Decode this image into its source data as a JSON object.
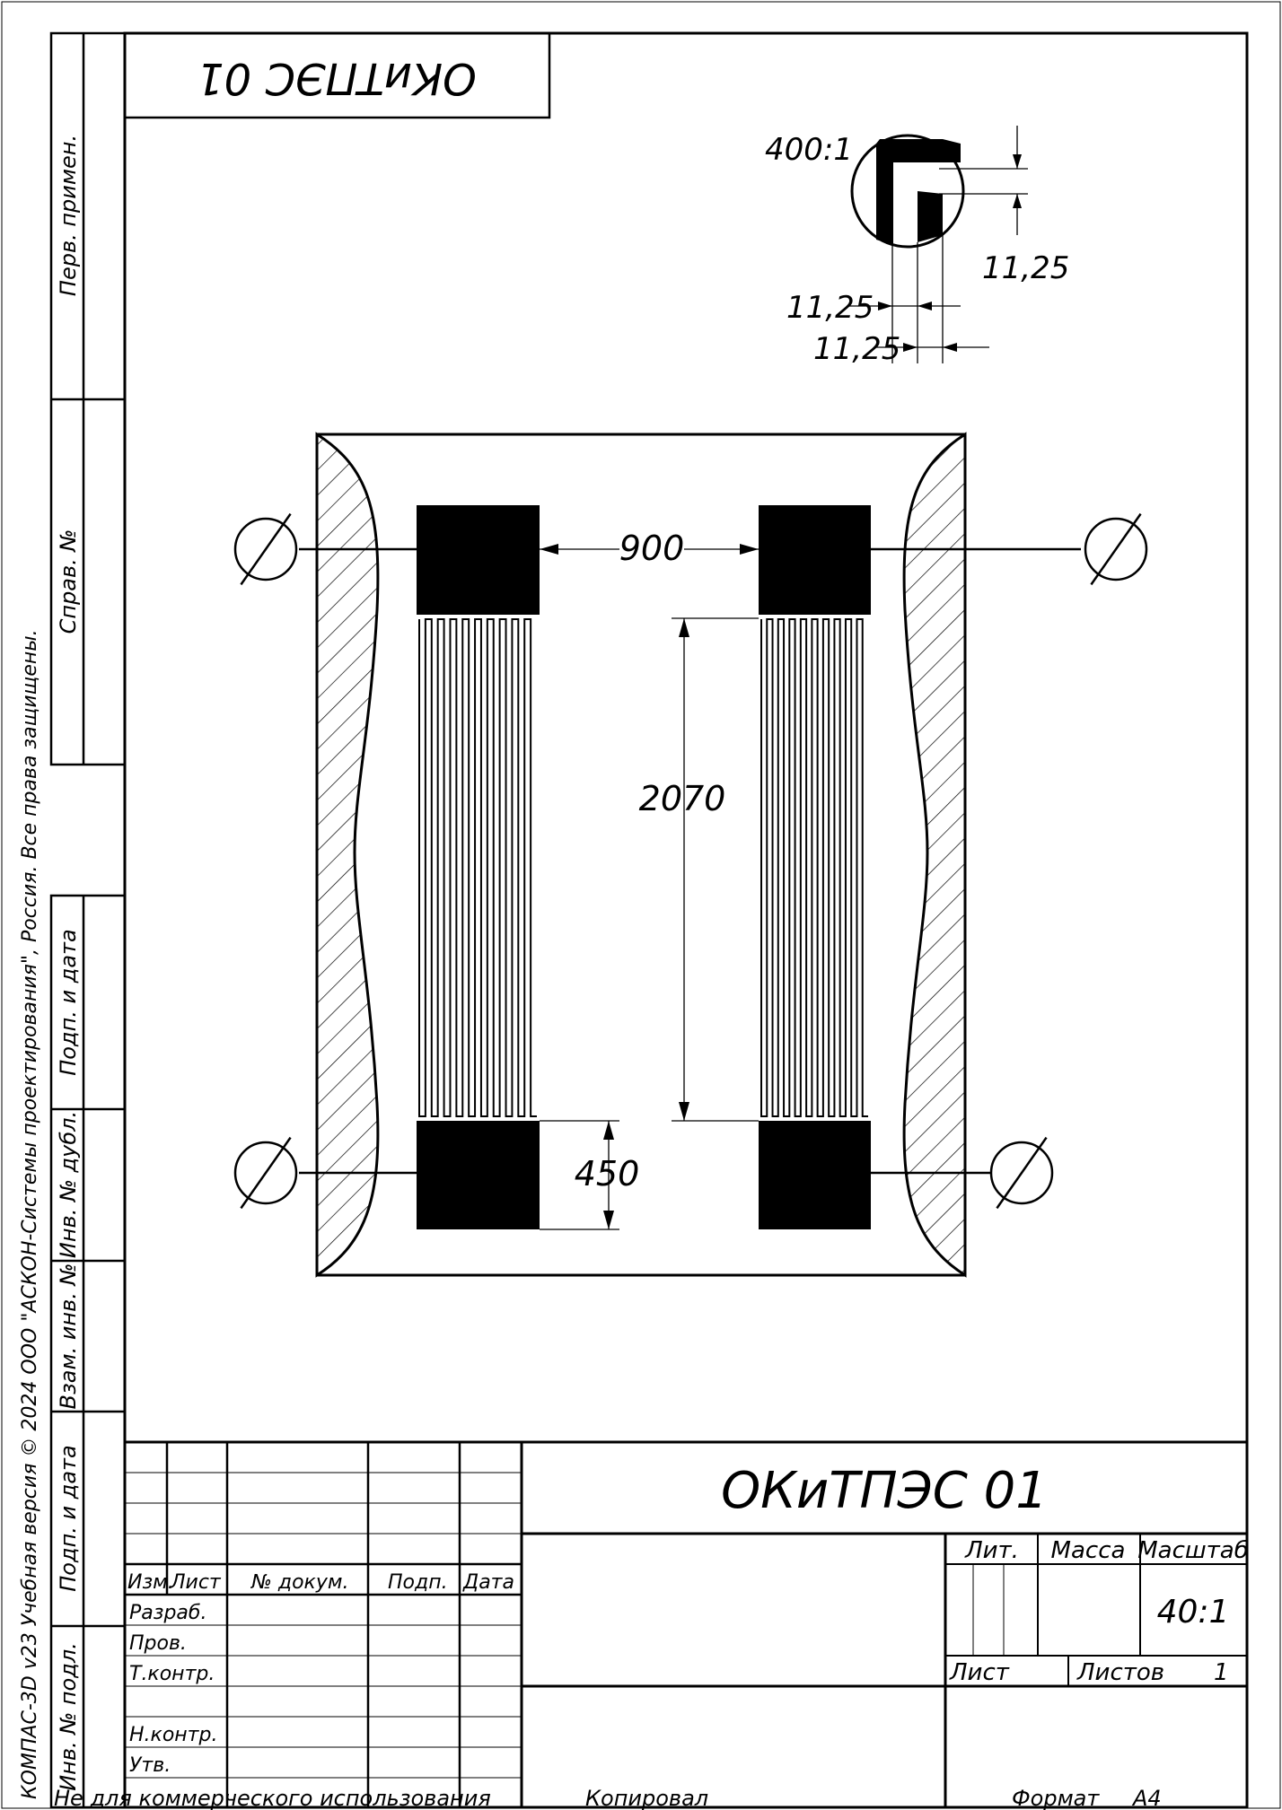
{
  "stamp_top": {
    "designation_mirrored": "ОКиТПЭС 01"
  },
  "left_margin": {
    "copyright": "КОМПАС-3D v23 Учебная версия © 2024 ООО \"АСКОН-Системы проектирования\", Россия. Все права защищены.",
    "perv_primen": "Перв. примен.",
    "sprav_no": "Справ. №",
    "podp_data_1": "Подп. и дата",
    "inv_no_dubl": "Инв. № дубл.",
    "vzam_inv_no": "Взам. инв. №",
    "podp_data_2": "Подп. и дата",
    "inv_no_podl": "Инв. № подл."
  },
  "detail_view": {
    "scale": "400:1",
    "dim_right": "11,25",
    "dim_bottom_1": "11,25",
    "dim_bottom_2": "11,25"
  },
  "main_view": {
    "dim_gap": "900",
    "dim_length": "2070",
    "dim_pad": "450"
  },
  "title_block": {
    "designation": "ОКиТПЭС 01",
    "izm": "Изм.",
    "list": "Лист",
    "no_dokum": "№ докум.",
    "podp": "Подп.",
    "data": "Дата",
    "razrab": "Разраб.",
    "prov": "Пров.",
    "t_kontr": "Т.контр.",
    "n_kontr": "Н.контр.",
    "utv": "Утв.",
    "lit": "Лит.",
    "massa": "Масса",
    "masshtab": "Масштаб",
    "scale_value": "40:1",
    "list_label": "Лист",
    "listov_label": "Листов",
    "listov_value": "1"
  },
  "footer": {
    "not_commercial": "Не для коммерческого использования",
    "kopiroval": "Копировал",
    "format_label": "Формат",
    "format_value": "А4"
  }
}
